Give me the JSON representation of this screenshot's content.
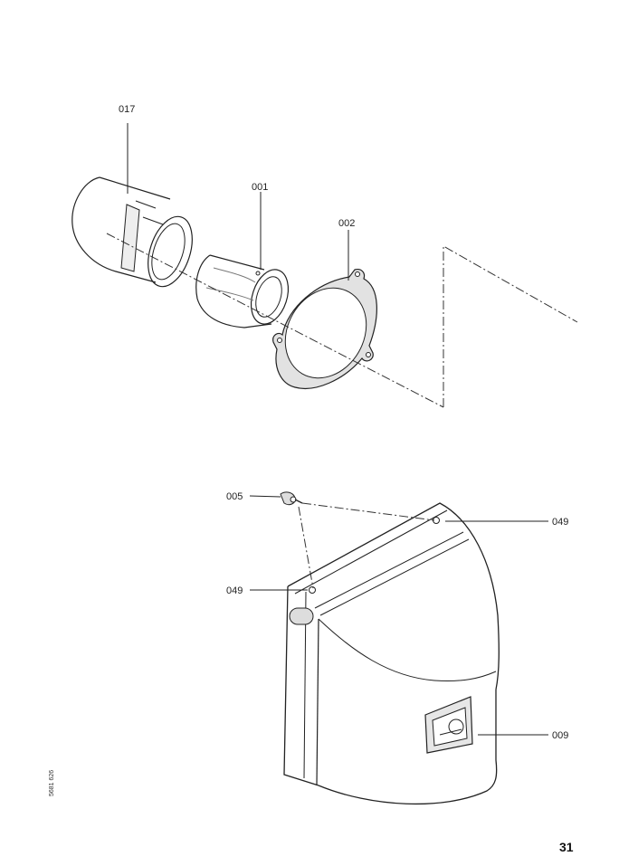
{
  "parts": {
    "p017": "017",
    "p001": "001",
    "p002": "002",
    "p005": "005",
    "p049_top": "049",
    "p049_left": "049",
    "p009": "009"
  },
  "document_id": "5681 626",
  "page_number": "31"
}
